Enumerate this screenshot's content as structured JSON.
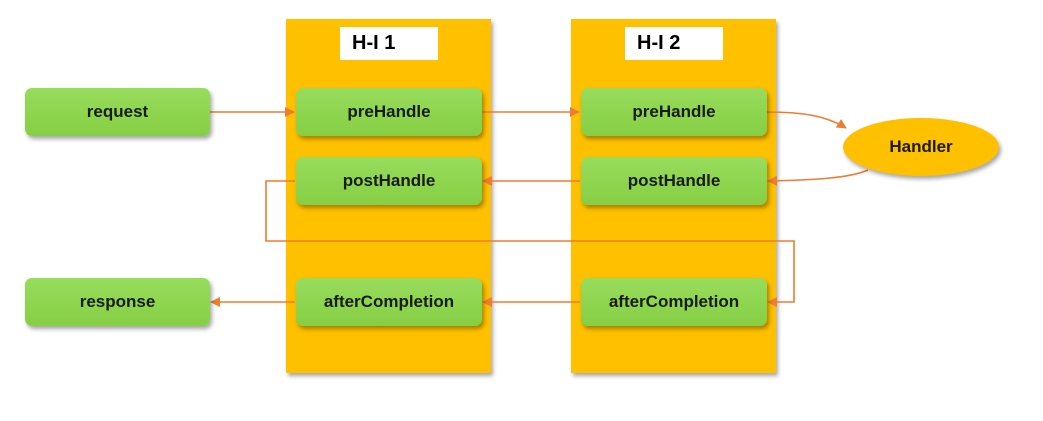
{
  "lanes": {
    "hi1": {
      "title": "H-I 1"
    },
    "hi2": {
      "title": "H-I 2"
    }
  },
  "nodes": {
    "request": "request",
    "response": "response",
    "hi1_prehandle": "preHandle",
    "hi1_posthandle": "postHandle",
    "hi1_aftercompletion": "afterCompletion",
    "hi2_prehandle": "preHandle",
    "hi2_posthandle": "postHandle",
    "hi2_aftercompletion": "afterCompletion",
    "handler": "Handler"
  },
  "colors": {
    "lane": "#ffc000",
    "node": "#8ed64e",
    "handler": "#ffc000",
    "arrow": "#ed7d31"
  }
}
